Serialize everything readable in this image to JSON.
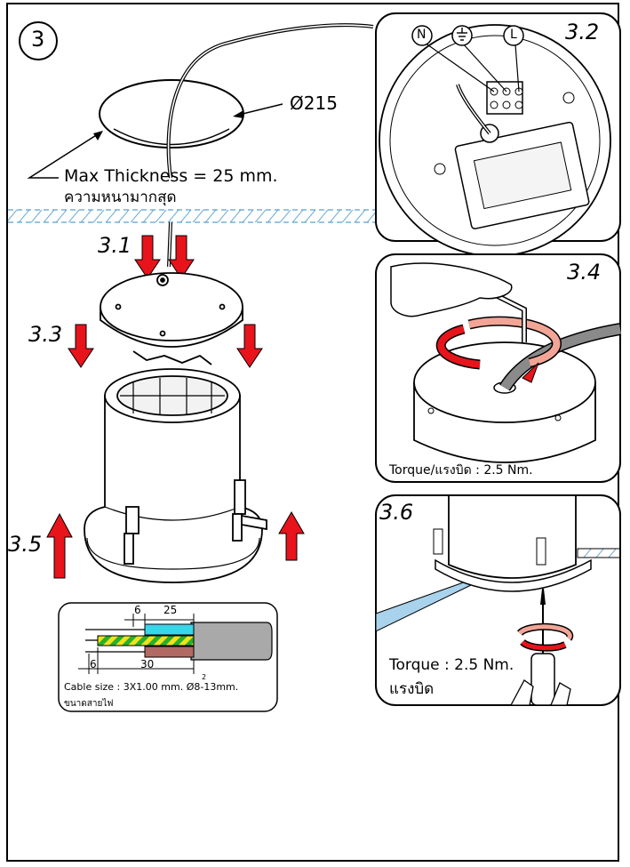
{
  "step_number": "3",
  "main": {
    "label_3_1": "3.1",
    "label_3_3": "3.3",
    "label_3_5": "3.5",
    "diameter": "Ø215",
    "max_thickness": "Max Thickness = 25 mm.",
    "max_thickness_thai": "ความหนามากสุด"
  },
  "panel_3_2": {
    "label": "3.2",
    "terminal_n": "N",
    "terminal_l": "L",
    "terminal_ground_icon": "ground-icon"
  },
  "panel_3_4": {
    "label": "3.4",
    "torque": "Torque/แรงบิด : 2.5 Nm."
  },
  "panel_3_6": {
    "label": "3.6",
    "torque_line1": "Torque : 2.5 Nm.",
    "torque_line2": "แรงบิด"
  },
  "cable": {
    "dim_6_top": "6",
    "dim_25": "25",
    "dim_6_bottom": "6",
    "dim_30": "30",
    "size_line": "Cable size :  3X1.00 mm. Ø8-13mm.",
    "superscript": "2",
    "size_thai": "ขนาดสายไฟ",
    "colors": {
      "cyan": "#38d6e8",
      "brown": "#b06a63",
      "gray": "#a9a9a9",
      "yellow": "#f0e21d",
      "green": "#27b02c"
    }
  },
  "colors": {
    "arrow_red": "#e8141b",
    "rotation_pink": "#f2a596",
    "glass_blue": "#a9d3ec"
  }
}
